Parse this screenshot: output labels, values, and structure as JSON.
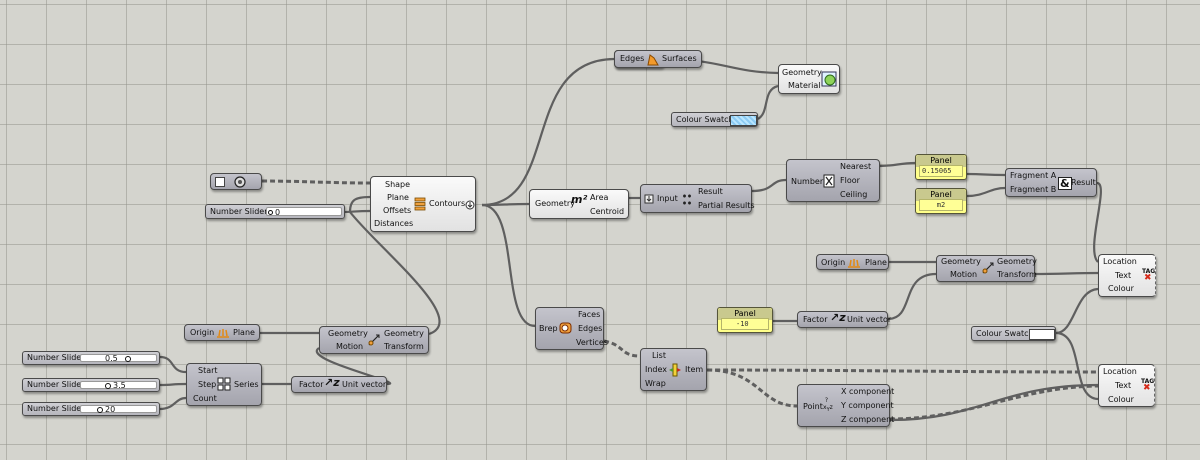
{
  "colors": {
    "canvas": "#d4d4ce",
    "wire": "#5a5a5a",
    "component": "#a9a9b2",
    "panel_bg": "#ffff8a",
    "swatch_light_blue": "#b9e6ff",
    "swatch_white": "#ffffff"
  },
  "edges_to_surfaces": {
    "input": "Edges",
    "output": "Surfaces"
  },
  "custom_preview": {
    "input_geometry": "Geometry",
    "input_material": "Material"
  },
  "colour_swatch_top": {
    "label": "Colour Swatch"
  },
  "contours": {
    "label": "Contours",
    "inputs": [
      "Shape",
      "Plane",
      "Offsets",
      "Distances"
    ]
  },
  "number_slider_main": {
    "label": "Number Slider",
    "value": "0"
  },
  "area": {
    "input": "Geometry",
    "outputs": [
      "Area",
      "Centroid"
    ]
  },
  "flatten_param": {
    "label": "Input"
  },
  "mass_addition": {
    "outputs": [
      "Result",
      "Partial Results"
    ]
  },
  "round": {
    "input": "Number",
    "outputs": [
      "Nearest",
      "Floor",
      "Ceiling"
    ]
  },
  "panel_a": {
    "title": "Panel",
    "value": "0.15065"
  },
  "panel_b": {
    "title": "Panel",
    "value": "m2"
  },
  "concatenate": {
    "inputs": [
      "Fragment A",
      "Fragment B"
    ],
    "output": "Result"
  },
  "xy_plane_right": {
    "input": "Origin",
    "output": "Plane"
  },
  "move_right": {
    "inputs": [
      "Geometry",
      "Motion"
    ],
    "outputs": [
      "Geometry",
      "Transform"
    ]
  },
  "text_tag_top": {
    "inputs": [
      "Location",
      "Text",
      "Colour"
    ]
  },
  "colour_swatch_bottom": {
    "label": "Colour Swatch"
  },
  "panel_c": {
    "title": "Panel",
    "value": "-10"
  },
  "unit_z_right": {
    "input": "Factor",
    "output": "Unit vector"
  },
  "deconstruct_brep": {
    "input": "Brep",
    "outputs": [
      "Faces",
      "Edges",
      "Vertices"
    ]
  },
  "list_item": {
    "inputs": [
      "List",
      "Index",
      "Wrap"
    ],
    "output": "Item"
  },
  "deconstruct_point": {
    "input": "Point",
    "outputs": [
      "X component",
      "Y component",
      "Z component"
    ]
  },
  "text_tag_bottom": {
    "inputs": [
      "Location",
      "Text",
      "Colour"
    ]
  },
  "xy_plane_left": {
    "input": "Origin",
    "output": "Plane"
  },
  "move_left": {
    "inputs": [
      "Geometry",
      "Motion"
    ],
    "outputs": [
      "Geometry",
      "Transform"
    ]
  },
  "sliders_left": [
    {
      "label": "Number Slider",
      "value": "0.5"
    },
    {
      "label": "Number Slider",
      "value": "3.5"
    },
    {
      "label": "Number Slider",
      "value": "20"
    }
  ],
  "series": {
    "inputs": [
      "Start",
      "Step",
      "Count"
    ],
    "output": "Series"
  },
  "unit_z_left": {
    "input": "Factor",
    "output": "Unit vector"
  }
}
